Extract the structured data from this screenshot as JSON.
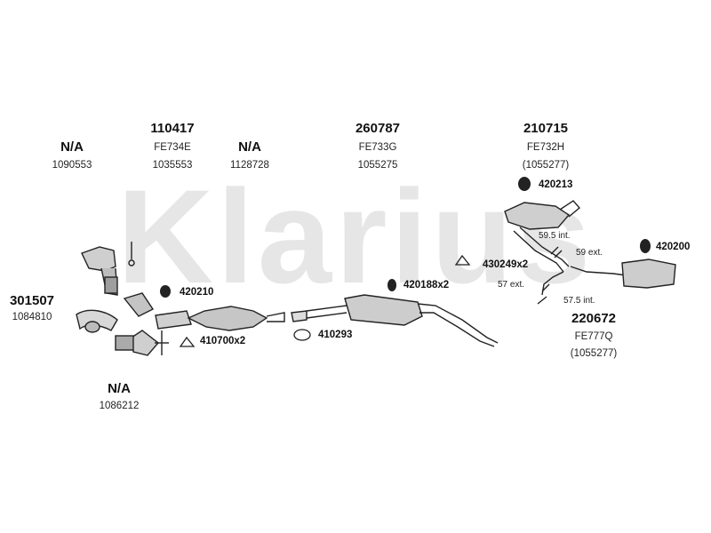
{
  "watermark": "Klarius",
  "groups": [
    {
      "id": "g1",
      "number": "N/A",
      "code": "1090553"
    },
    {
      "id": "g2",
      "number": "110417",
      "code1": "FE734E",
      "code2": "1035553"
    },
    {
      "id": "g3",
      "number": "N/A",
      "code": "1128728"
    },
    {
      "id": "g4",
      "number": "260787",
      "code1": "FE733G",
      "code2": "1055275"
    },
    {
      "id": "g5",
      "number": "210715",
      "code1": "FE732H",
      "code2": "(1055277)"
    },
    {
      "id": "g6",
      "number": "301507",
      "code": "1084810"
    },
    {
      "id": "g7",
      "number": "220672",
      "code1": "FE777Q",
      "code2": "(1055277)"
    },
    {
      "id": "g8",
      "number": "N/A",
      "code": "1086212"
    }
  ],
  "parts": {
    "p420213": "420213",
    "p420200": "420200",
    "p430249": "430249x2",
    "p420188": "420188x2",
    "p420210": "420210",
    "p410700": "410700x2",
    "p410293": "410293"
  },
  "dimensions": {
    "d1": "59.5 int.",
    "d2": "59 ext.",
    "d3": "57 ext.",
    "d4": "57.5 int."
  }
}
